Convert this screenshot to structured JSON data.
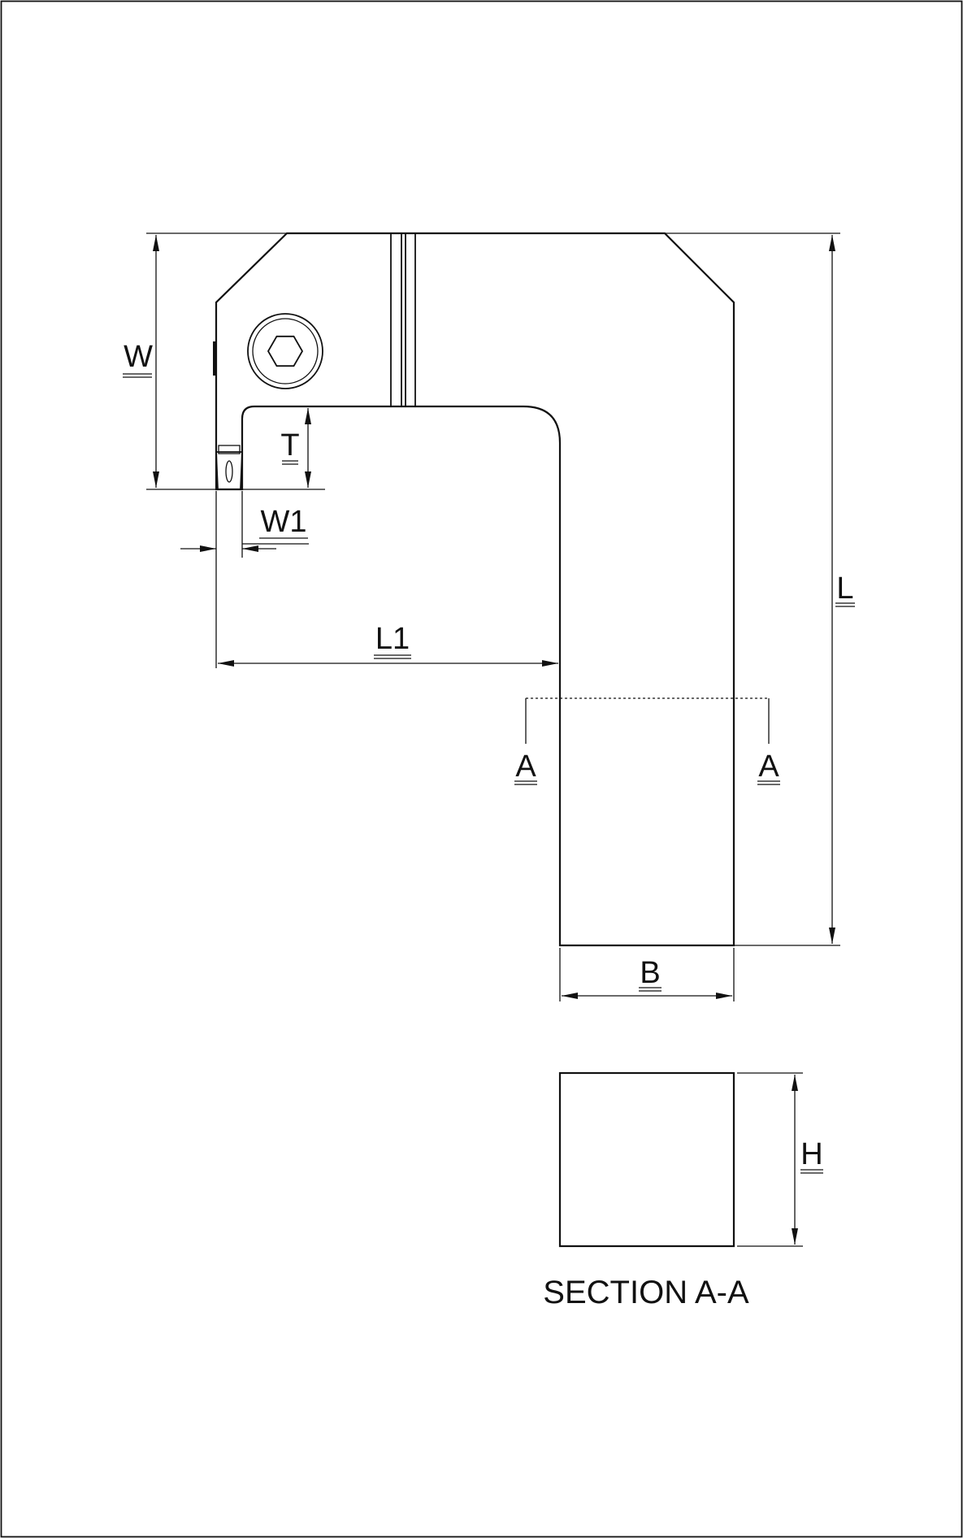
{
  "drawing": {
    "dimensions": {
      "W": "W",
      "T": "T",
      "W1": "W1",
      "L1": "L1",
      "L": "L",
      "B": "B",
      "H": "H"
    },
    "section_markers": {
      "left": "A",
      "right": "A"
    },
    "section_title": "SECTION A-A",
    "line_color": "#111111",
    "background": "#ffffff"
  }
}
